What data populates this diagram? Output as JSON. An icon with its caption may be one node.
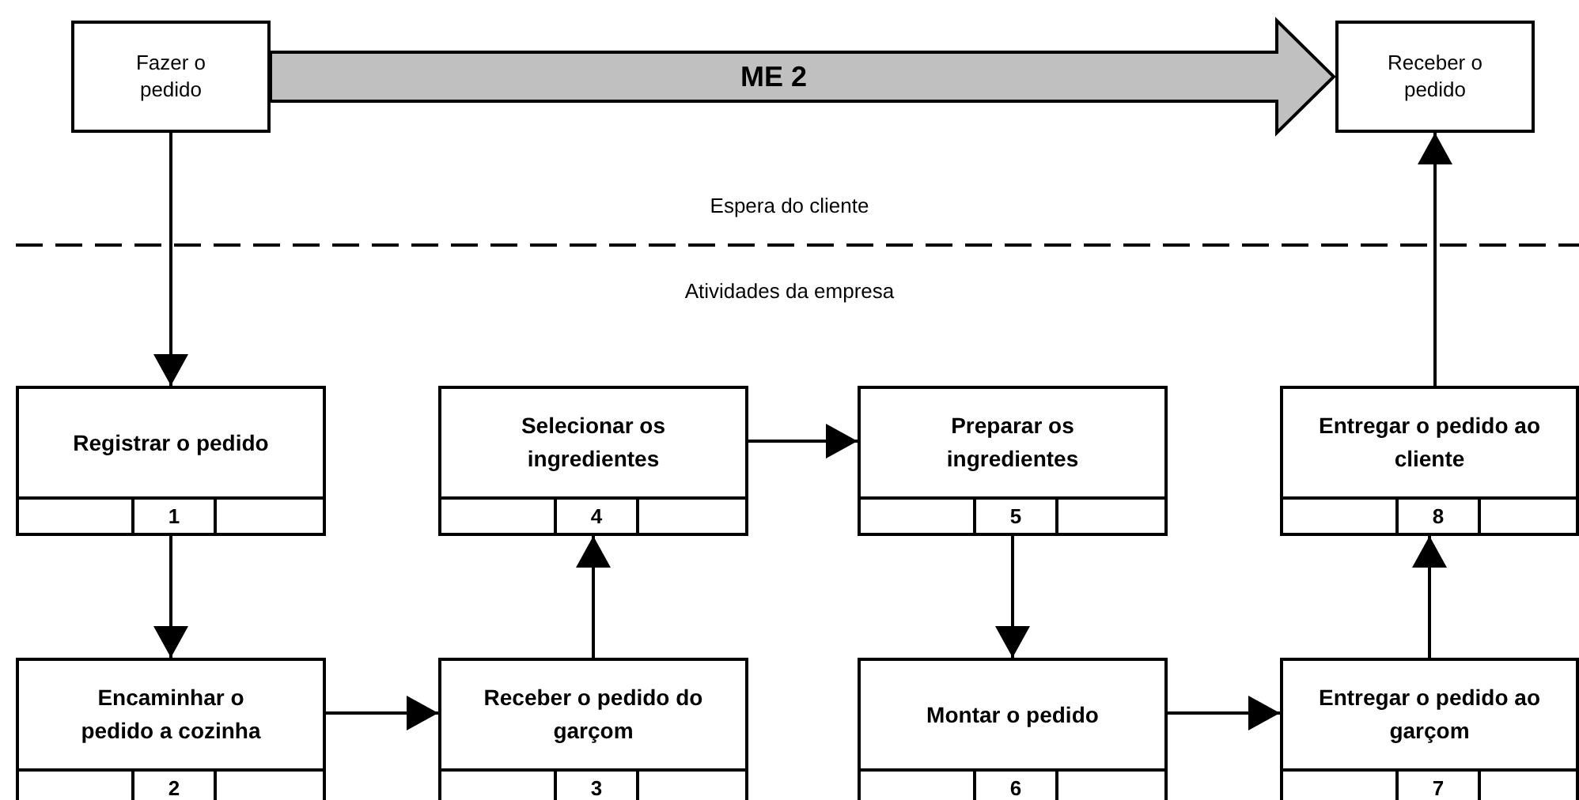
{
  "diagram": {
    "nodes": [
      {
        "text": [
          "Fazer o pedido"
        ]
      },
      {
        "text": [
          "Receber o pedido"
        ]
      },
      {
        "text": [
          "Registrar o pedido",
          "1"
        ]
      },
      {
        "text": [
          "Encaminhar o pedido a cozinha",
          "2"
        ]
      },
      {
        "text": [
          "Receber o pedido do garçom",
          "3"
        ]
      },
      {
        "text": [
          "Selecionar os ingredientes",
          "4"
        ]
      },
      {
        "text": [
          "Preparar os ingredientes",
          "5"
        ]
      },
      {
        "text": [
          "Montar o pedido",
          "6"
        ]
      },
      {
        "text": [
          "Entregar o pedido ao garçom",
          "7"
        ]
      },
      {
        "text": [
          "Entregar o pedido ao cliente",
          "8"
        ]
      }
    ],
    "edges": [
      {
        "from": 0,
        "to": 1,
        "arrow": "to",
        "label": "ME 2",
        "style": "thick",
        "color": "#c0c0c0"
      },
      {
        "from": 0,
        "to": 2,
        "arrow": "to"
      },
      {
        "from": 2,
        "to": 3,
        "arrow": "to"
      },
      {
        "from": 3,
        "to": 4,
        "arrow": "to"
      },
      {
        "from": 4,
        "to": 5,
        "arrow": "to"
      },
      {
        "from": 5,
        "to": 6,
        "arrow": "to"
      },
      {
        "from": 6,
        "to": 7,
        "arrow": "to"
      },
      {
        "from": 7,
        "to": 8,
        "arrow": "to"
      },
      {
        "from": 8,
        "to": 9,
        "arrow": "to"
      },
      {
        "from": 9,
        "to": 1,
        "arrow": "to"
      }
    ],
    "labels": [
      "Espera do cliente",
      "Atividades da empresa"
    ]
  }
}
